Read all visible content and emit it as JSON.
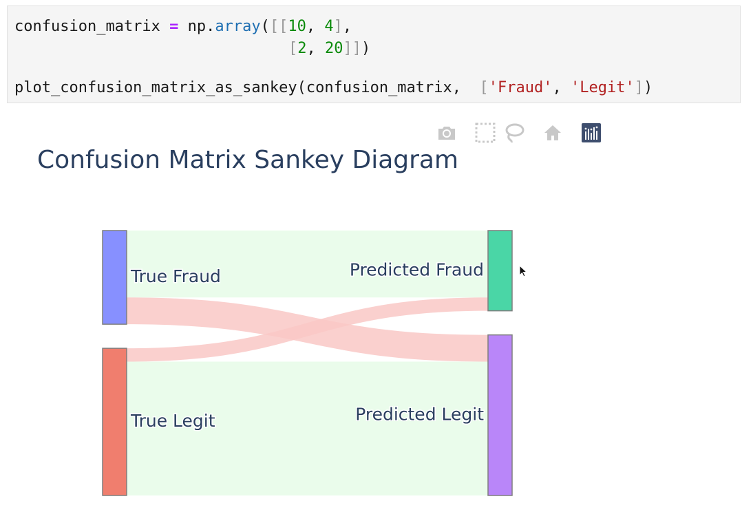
{
  "code": {
    "line1": {
      "var": "confusion_matrix",
      "op": "=",
      "mod": "np",
      "fn": "array",
      "row1a": "10",
      "row1b": "4"
    },
    "line2": {
      "row2a": "2",
      "row2b": "20"
    },
    "line4": {
      "call": "plot_confusion_matrix_as_sankey",
      "arg": "confusion_matrix",
      "s1": "'Fraud'",
      "s2": "'Legit'"
    }
  },
  "modebar": {
    "icons": [
      "camera-icon",
      "box-select-icon",
      "lasso-select-icon",
      "home-icon",
      "plotly-logo-icon"
    ]
  },
  "plot": {
    "title": "Confusion Matrix Sankey Diagram"
  },
  "chart_data": {
    "type": "sankey",
    "title": "Confusion Matrix Sankey Diagram",
    "nodes": [
      {
        "label": "True Fraud",
        "color": "#8790ff"
      },
      {
        "label": "True Legit",
        "color": "#f07e6e"
      },
      {
        "label": "Predicted Fraud",
        "color": "#4ad6a6"
      },
      {
        "label": "Predicted Legit",
        "color": "#b986f9"
      }
    ],
    "links": [
      {
        "source": "True Fraud",
        "target": "Predicted Fraud",
        "value": 10,
        "color": "#e6fbe8"
      },
      {
        "source": "True Fraud",
        "target": "Predicted Legit",
        "value": 4,
        "color": "#f9c8c6"
      },
      {
        "source": "True Legit",
        "target": "Predicted Fraud",
        "value": 2,
        "color": "#f9c8c6"
      },
      {
        "source": "True Legit",
        "target": "Predicted Legit",
        "value": 20,
        "color": "#e6fbe8"
      }
    ]
  }
}
